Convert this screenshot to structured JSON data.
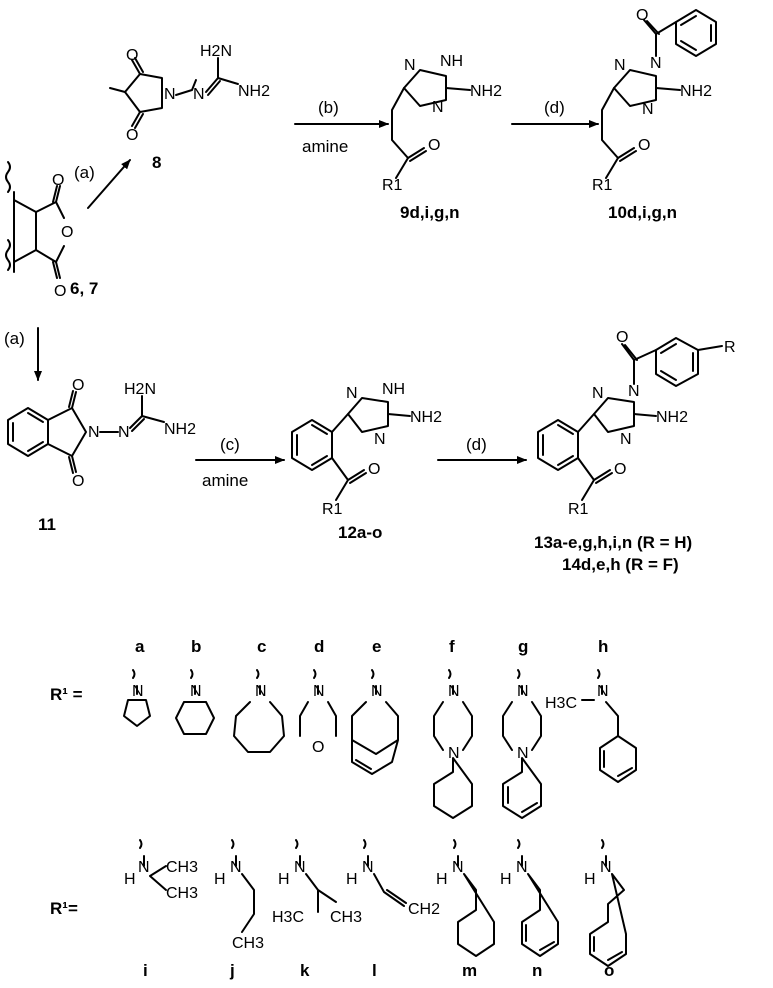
{
  "reagents": {
    "a_top": "(a)",
    "b": "(b)",
    "b_sub": "amine",
    "d_top": "(d)",
    "a_left": "(a)",
    "c": "(c)",
    "c_sub": "amine",
    "d_bottom": "(d)"
  },
  "compounds": {
    "c67": "6, 7",
    "c8": "8",
    "c9": "9d,i,g,n",
    "c10": "10d,i,g,n",
    "c11": "11",
    "c12": "12a-o",
    "c13": "13a-e,g,h,i,n (R = H)",
    "c14": "14d,e,h (R = F)"
  },
  "r1_labels": {
    "row1": "R¹ =",
    "row2": "R¹="
  },
  "series_letters_top": [
    "a",
    "b",
    "c",
    "d",
    "e",
    "f",
    "g",
    "h"
  ],
  "series_letters_bottom": [
    "i",
    "j",
    "k",
    "l",
    "m",
    "n",
    "o"
  ],
  "atoms": {
    "O": "O",
    "N": "N",
    "NH": "NH",
    "H": "H",
    "H2N": "H2N",
    "NH2": "NH2",
    "R": "R",
    "R1": "R1",
    "H3C": "H3C",
    "CH3": "CH3",
    "CH2": "CH2"
  }
}
